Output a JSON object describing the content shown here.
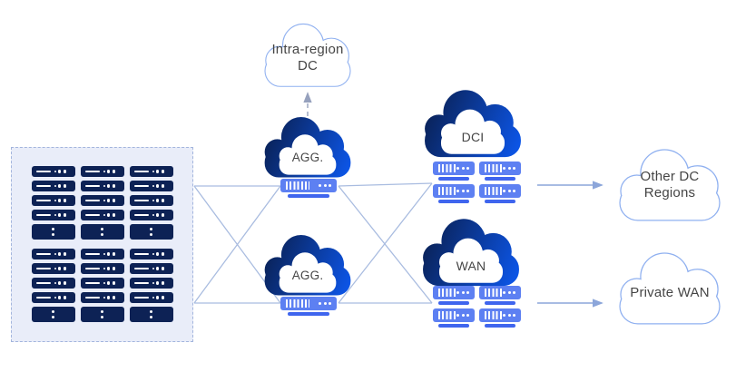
{
  "diagram": {
    "nodes": {
      "intra_region_dc": {
        "line1": "Intra-region",
        "line2": "DC"
      },
      "agg_top": {
        "label": "AGG."
      },
      "agg_bottom": {
        "label": "AGG."
      },
      "dci": {
        "label": "DCI"
      },
      "wan": {
        "label": "WAN"
      },
      "other_dc_regions": {
        "line1": "Other DC",
        "line2": "Regions"
      },
      "private_wan": {
        "label": "Private WAN"
      }
    }
  },
  "rack": {
    "columns": 3,
    "groups_per_column": 2,
    "servers_per_group": 4
  },
  "colors": {
    "server_navy": "#0d2255",
    "cloud_gradient_start": "#0a1c47",
    "cloud_gradient_end": "#0c56e9",
    "switch_body": "#5d80f2",
    "switch_base": "#3f65ee",
    "outline_cloud_stroke": "#8fb0f0",
    "connector_line": "#a9bce0",
    "arrow_line": "#8ca6da",
    "dashed_arrow": "#96a1bd",
    "rack_panel_bg": "#e9edf9",
    "rack_panel_border": "#a3b5dd",
    "label_text": "#454545"
  }
}
